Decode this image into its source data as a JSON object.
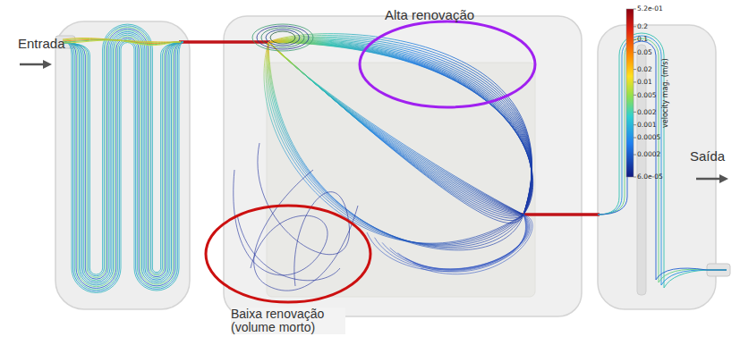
{
  "diagram": {
    "labels": [
      "Alta renovação",
      "Entrada",
      "Saída",
      "Baixa renovação (volume morto)",
      "velocity mag. (m/s)",
      "5.2e-01",
      "0.2",
      "0.1",
      "0.05",
      "0.02",
      "0.01",
      "0.005",
      "0.002",
      "0.001",
      "0.0005",
      "0.0002",
      "6.0e-05"
    ]
  }
}
